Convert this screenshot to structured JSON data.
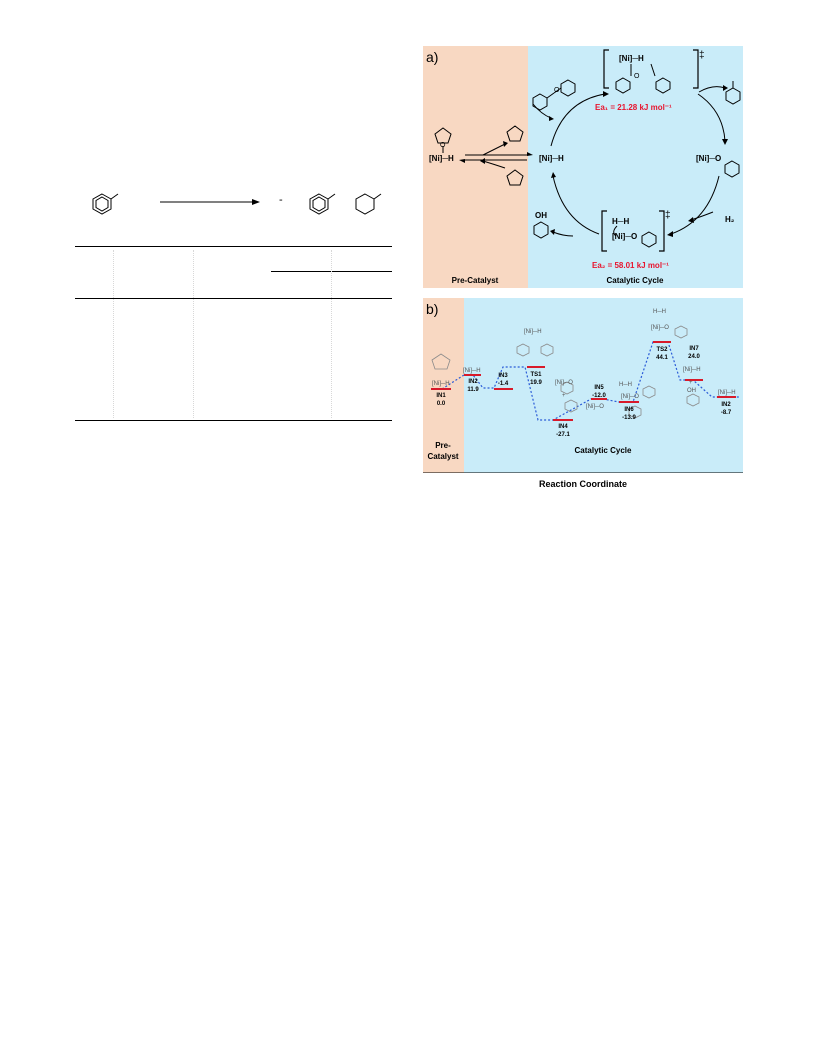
{
  "colors": {
    "precatalyst_bg": "#f8d8c2",
    "cycle_bg": "#c9ecf9",
    "activation_energy": "#e8142e",
    "energy_level": "#d81a2a",
    "pathway": "#2a5bd7"
  },
  "scheme": {
    "dash": "-"
  },
  "panel_a": {
    "label": "a)",
    "ea1": "Ea₁ = 21.28 kJ mol⁻¹",
    "ea2": "Ea₂ = 58.01 kJ mol⁻¹",
    "precatalyst_footer": "Pre-Catalyst",
    "cycle_footer": "Catalytic Cycle",
    "ni_h_left": "[Ni]─H",
    "ni_h_center": "[Ni]─H",
    "ni_o_right": "[Ni]─O",
    "ts1_ni_h": "[Ni]─H",
    "ts2_h_h": "H─H",
    "ts2_ni_o": "[Ni]─O",
    "h2": "H₂",
    "oh": "OH",
    "dagger": "‡"
  },
  "panel_b": {
    "label": "b)",
    "precatalyst_footer": "Pre-\nCatalyst",
    "precatalyst_line1": "Pre-",
    "precatalyst_line2": "Catalyst",
    "cycle_footer": "Catalytic Cycle",
    "x_axis_label": "Reaction Coordinate",
    "states": [
      {
        "name": "IN1",
        "energy": "0.0"
      },
      {
        "name": "IN2",
        "energy": "11.9"
      },
      {
        "name": "IN3",
        "energy": "-1.4"
      },
      {
        "name": "TS1",
        "energy": "19.9"
      },
      {
        "name": "IN4",
        "energy": "-27.1"
      },
      {
        "name": "IN5",
        "energy": "-12.0"
      },
      {
        "name": "IN6",
        "energy": "-13.9"
      },
      {
        "name": "TS2",
        "energy": "44.1"
      },
      {
        "name": "IN7",
        "energy": "24.0"
      },
      {
        "name": "IN2",
        "energy": "-8.7"
      }
    ],
    "mini_labels": {
      "ni_h": "[Ni]─H",
      "ni_o": "[Ni]─O",
      "h_h": "H─H",
      "plus": "+",
      "oh": "OH"
    }
  }
}
